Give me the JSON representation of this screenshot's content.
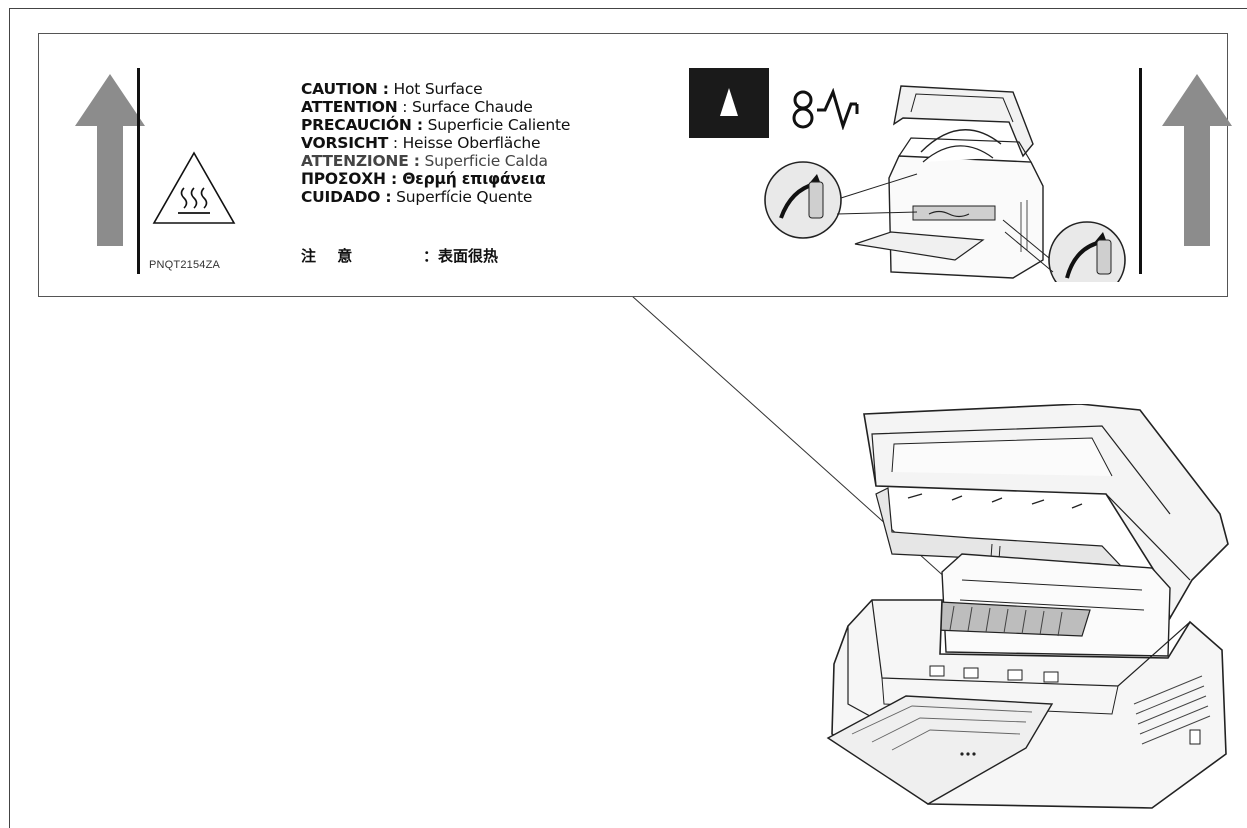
{
  "label": {
    "part_number": "PNQT2154ZA",
    "warnings": [
      {
        "keyword": "CAUTION :",
        "text": " Hot Surface",
        "tone": "dark"
      },
      {
        "keyword": "ATTENTION",
        "text": " : Surface Chaude",
        "tone": "dark"
      },
      {
        "keyword": "PRECAUCIÓN :",
        "text": " Superficie Caliente",
        "tone": "dark"
      },
      {
        "keyword": "VORSICHT",
        "text": " : Heisse Oberfläche",
        "tone": "dark"
      },
      {
        "keyword": "ATTENZIONE :",
        "text": " Superficie Calda",
        "tone": "grey"
      },
      {
        "keyword": "ΠΡΟΣΟΧΗ :",
        "text": " Θερμή επιφάνεια",
        "tone": "dark"
      },
      {
        "keyword": "CUIDADO :",
        "text": " Superfície Quente",
        "tone": "dark"
      }
    ],
    "cjk_warning": {
      "keyword": "注 意",
      "text": "：表面很热"
    }
  },
  "colors": {
    "arrow": "#8c8c8c",
    "alert_block": "#1a1a1a",
    "line": "#222222",
    "hot_area": "#bdbdbd"
  },
  "icons": {
    "up_arrow_left": "up-arrow-icon",
    "up_arrow_right": "up-arrow-icon",
    "hot_surface": "hot-surface-warning-icon",
    "alert": "alert-triangle-icon",
    "heat_wave": "heat-wave-icon"
  }
}
